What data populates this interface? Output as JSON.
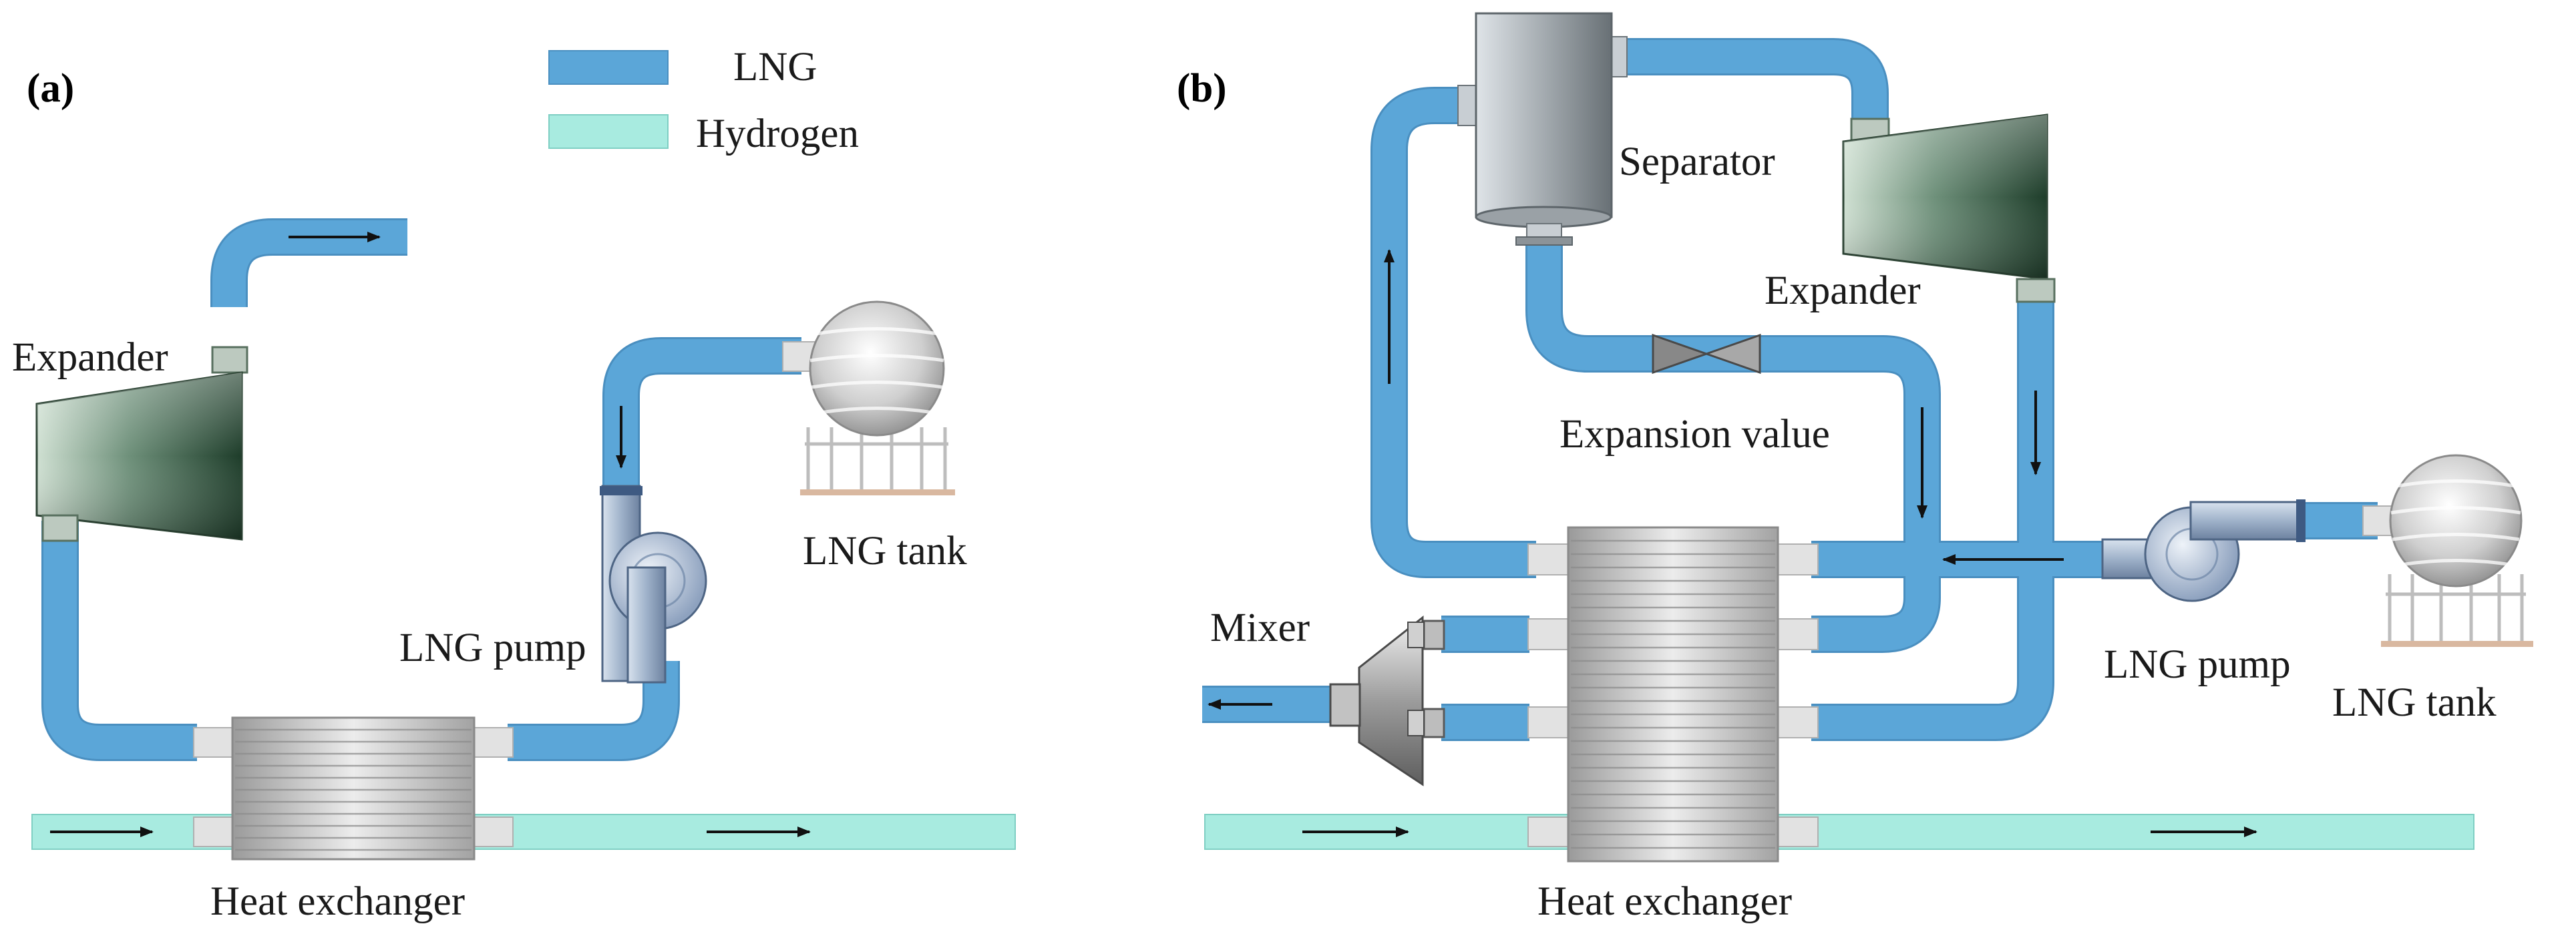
{
  "legend": {
    "lng": "LNG",
    "hydrogen": "Hydrogen"
  },
  "colors": {
    "lng_pipe": "#5ba6d8",
    "hydrogen_pipe": "#a8ebe0",
    "arrow": "#111111"
  },
  "panel_a": {
    "tag": "(a)",
    "expander": "Expander",
    "lng_tank": "LNG tank",
    "lng_pump": "LNG pump",
    "heat_exchanger": "Heat exchanger"
  },
  "panel_b": {
    "tag": "(b)",
    "separator": "Separator",
    "expander": "Expander",
    "expansion_valve": "Expansion value",
    "mixer": "Mixer",
    "lng_pump": "LNG pump",
    "lng_tank": "LNG tank",
    "heat_exchanger": "Heat exchanger"
  }
}
